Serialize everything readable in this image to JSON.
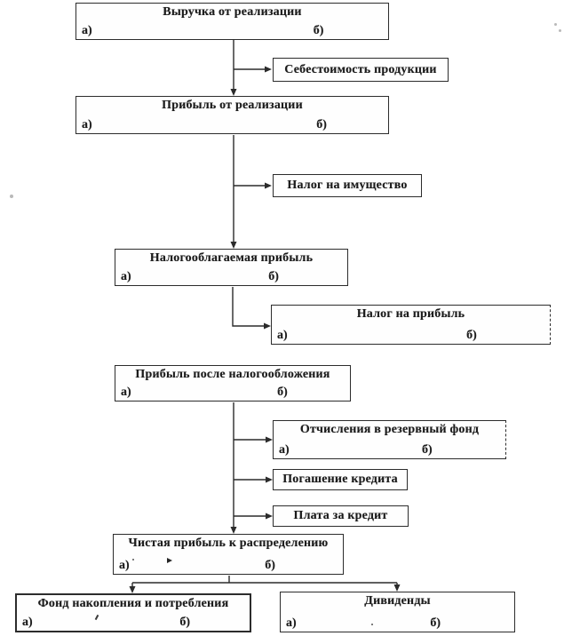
{
  "page": {
    "background": "#ffffff",
    "ink": "#1c1c1c",
    "line_color": "#2b2b2b",
    "language": "ru"
  },
  "boxes": [
    {
      "id": "revenue",
      "label": "Выручка от реализации",
      "a": "а)",
      "b": "б)"
    },
    {
      "id": "cost",
      "label": "Себестоимость продукции"
    },
    {
      "id": "profit-sales",
      "label": "Прибыль от реализации",
      "a": "а)",
      "b": "б)"
    },
    {
      "id": "property-tax",
      "label": "Налог на имущество"
    },
    {
      "id": "taxable-profit",
      "label": "Налогооблагаемая прибыль",
      "a": "а)",
      "b": "б)"
    },
    {
      "id": "profit-tax",
      "label": "Налог на прибыль",
      "a": "а)",
      "b": "б)"
    },
    {
      "id": "profit-after-tax",
      "label": "Прибыль после налогообложения",
      "a": "а)",
      "b": "б)"
    },
    {
      "id": "reserve-fund",
      "label": "Отчисления в резервный фонд",
      "a": "а)",
      "b": "б)"
    },
    {
      "id": "loan-repayment",
      "label": "Погашение кредита"
    },
    {
      "id": "loan-interest",
      "label": "Плата за кредит"
    },
    {
      "id": "net-profit",
      "label": "Чистая прибыль к распределению",
      "a": "а)",
      "b": "б)"
    },
    {
      "id": "accumulation-fund",
      "label": "Фонд накопления и потребления",
      "a": "а)",
      "b": "б)"
    },
    {
      "id": "dividends",
      "label": "Дивиденды",
      "a": "а)",
      "b": "б)"
    }
  ]
}
